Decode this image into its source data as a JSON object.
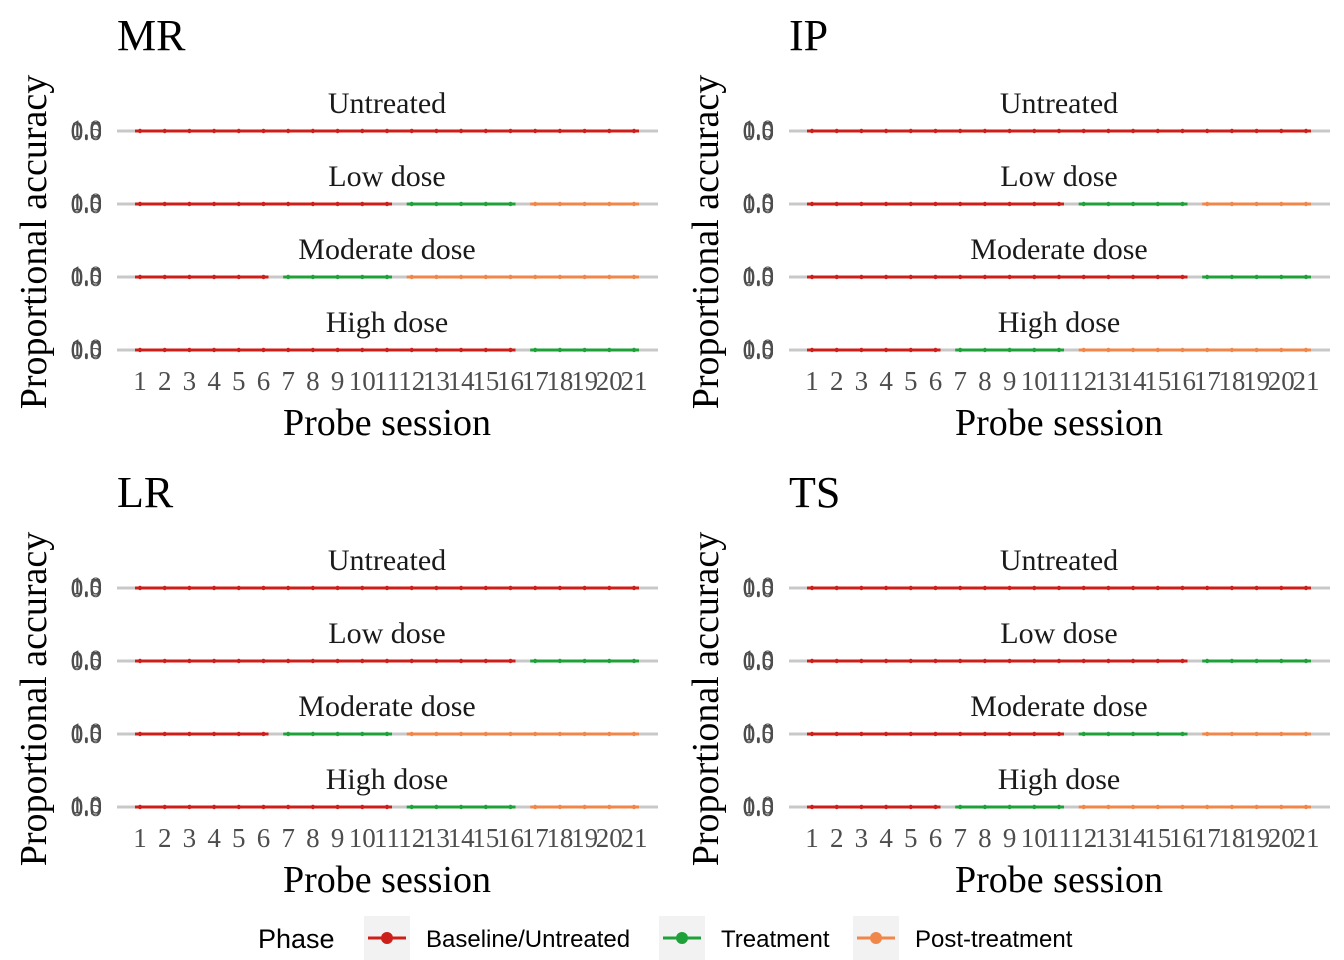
{
  "chart_data": {
    "type": "line",
    "xlabel": "Probe session",
    "ylabel": "Proportional accuracy",
    "x_ticks": [
      "1",
      "2",
      "3",
      "4",
      "5",
      "6",
      "7",
      "8",
      "9",
      "10",
      "11",
      "12",
      "13",
      "14",
      "15",
      "16",
      "17",
      "18",
      "19",
      "20",
      "21"
    ],
    "y_ticks": [
      "0.0",
      "0.5",
      "1.0"
    ],
    "facet_labels": [
      "Untreated",
      "Low dose",
      "Moderate dose",
      "High dose"
    ],
    "legend": {
      "title": "Phase",
      "placement": "bottom",
      "entries": [
        {
          "label": "Baseline/Untreated",
          "color": "#cc1f1a"
        },
        {
          "label": "Treatment",
          "color": "#1fa13a"
        },
        {
          "label": "Post-treatment",
          "color": "#f0874a"
        }
      ]
    },
    "participants": [
      {
        "name": "MR",
        "facets": [
          {
            "facet": "Untreated",
            "segments": [
              {
                "phase": "Baseline/Untreated",
                "from": 1,
                "to": 21
              }
            ]
          },
          {
            "facet": "Low dose",
            "segments": [
              {
                "phase": "Baseline/Untreated",
                "from": 1,
                "to": 11
              },
              {
                "phase": "Treatment",
                "from": 12,
                "to": 16
              },
              {
                "phase": "Post-treatment",
                "from": 17,
                "to": 21
              }
            ]
          },
          {
            "facet": "Moderate dose",
            "segments": [
              {
                "phase": "Baseline/Untreated",
                "from": 1,
                "to": 6
              },
              {
                "phase": "Treatment",
                "from": 7,
                "to": 11
              },
              {
                "phase": "Post-treatment",
                "from": 12,
                "to": 21
              }
            ]
          },
          {
            "facet": "High dose",
            "segments": [
              {
                "phase": "Baseline/Untreated",
                "from": 1,
                "to": 16
              },
              {
                "phase": "Treatment",
                "from": 17,
                "to": 21
              }
            ]
          }
        ]
      },
      {
        "name": "IP",
        "facets": [
          {
            "facet": "Untreated",
            "segments": [
              {
                "phase": "Baseline/Untreated",
                "from": 1,
                "to": 21
              }
            ]
          },
          {
            "facet": "Low dose",
            "segments": [
              {
                "phase": "Baseline/Untreated",
                "from": 1,
                "to": 11
              },
              {
                "phase": "Treatment",
                "from": 12,
                "to": 16
              },
              {
                "phase": "Post-treatment",
                "from": 17,
                "to": 21
              }
            ]
          },
          {
            "facet": "Moderate dose",
            "segments": [
              {
                "phase": "Baseline/Untreated",
                "from": 1,
                "to": 16
              },
              {
                "phase": "Treatment",
                "from": 17,
                "to": 21
              }
            ]
          },
          {
            "facet": "High dose",
            "segments": [
              {
                "phase": "Baseline/Untreated",
                "from": 1,
                "to": 6
              },
              {
                "phase": "Treatment",
                "from": 7,
                "to": 11
              },
              {
                "phase": "Post-treatment",
                "from": 12,
                "to": 21
              }
            ]
          }
        ]
      },
      {
        "name": "LR",
        "facets": [
          {
            "facet": "Untreated",
            "segments": [
              {
                "phase": "Baseline/Untreated",
                "from": 1,
                "to": 21
              }
            ]
          },
          {
            "facet": "Low dose",
            "segments": [
              {
                "phase": "Baseline/Untreated",
                "from": 1,
                "to": 16
              },
              {
                "phase": "Treatment",
                "from": 17,
                "to": 21
              }
            ]
          },
          {
            "facet": "Moderate dose",
            "segments": [
              {
                "phase": "Baseline/Untreated",
                "from": 1,
                "to": 6
              },
              {
                "phase": "Treatment",
                "from": 7,
                "to": 11
              },
              {
                "phase": "Post-treatment",
                "from": 12,
                "to": 21
              }
            ]
          },
          {
            "facet": "High dose",
            "segments": [
              {
                "phase": "Baseline/Untreated",
                "from": 1,
                "to": 11
              },
              {
                "phase": "Treatment",
                "from": 12,
                "to": 16
              },
              {
                "phase": "Post-treatment",
                "from": 17,
                "to": 21
              }
            ]
          }
        ]
      },
      {
        "name": "TS",
        "facets": [
          {
            "facet": "Untreated",
            "segments": [
              {
                "phase": "Baseline/Untreated",
                "from": 1,
                "to": 21
              }
            ]
          },
          {
            "facet": "Low dose",
            "segments": [
              {
                "phase": "Baseline/Untreated",
                "from": 1,
                "to": 16
              },
              {
                "phase": "Treatment",
                "from": 17,
                "to": 21
              }
            ]
          },
          {
            "facet": "Moderate dose",
            "segments": [
              {
                "phase": "Baseline/Untreated",
                "from": 1,
                "to": 11
              },
              {
                "phase": "Treatment",
                "from": 12,
                "to": 16
              },
              {
                "phase": "Post-treatment",
                "from": 17,
                "to": 21
              }
            ]
          },
          {
            "facet": "High dose",
            "segments": [
              {
                "phase": "Baseline/Untreated",
                "from": 1,
                "to": 6
              },
              {
                "phase": "Treatment",
                "from": 7,
                "to": 11
              },
              {
                "phase": "Post-treatment",
                "from": 12,
                "to": 21
              }
            ]
          }
        ]
      }
    ]
  }
}
